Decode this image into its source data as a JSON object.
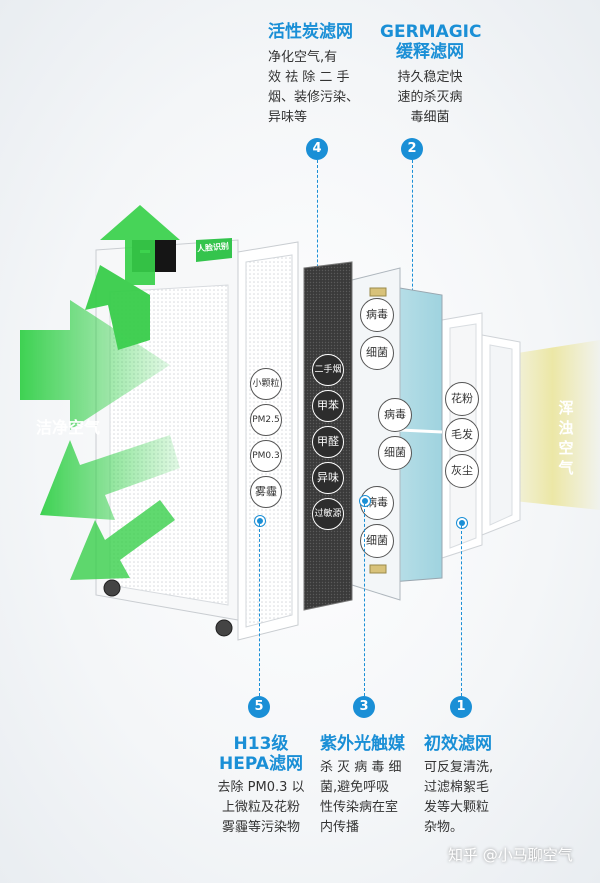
{
  "filters": [
    {
      "num": "1",
      "title": "初效滤网",
      "desc": [
        "可反复清洗,",
        "过滤棉絮毛",
        "发等大颗粒",
        "杂物。"
      ]
    },
    {
      "num": "2",
      "title": [
        "GERMAGIC",
        "缓释滤网"
      ],
      "desc": [
        "持久稳定快",
        "速的杀灭病",
        "毒细菌"
      ]
    },
    {
      "num": "3",
      "title": "紫外光触媒",
      "desc": [
        "杀 灭 病 毒 细",
        "菌,避免呼吸",
        "性传染病在室",
        "内传播"
      ]
    },
    {
      "num": "4",
      "title": "活性炭滤网",
      "desc": [
        "净化空气,有",
        "效 祛 除 二 手",
        "烟、装修污染、",
        "异味等"
      ]
    },
    {
      "num": "5",
      "title": [
        "H13级",
        "HEPA滤网"
      ],
      "desc": [
        "去除 PM0.3 以",
        "上微粒及花粉",
        "雾霾等污染物"
      ]
    }
  ],
  "hepa_circles": [
    "小颗粒",
    "PM2.5",
    "PM0.3",
    "雾霾"
  ],
  "carbon_circles": [
    "二手烟",
    "甲苯",
    "甲醛",
    "异味",
    "过敏源"
  ],
  "germagic_circles": [
    "病毒",
    "细菌"
  ],
  "uv_circles": [
    "病毒",
    "细菌"
  ],
  "uv_lower_circles": [
    "病毒",
    "细菌"
  ],
  "pre_circles": [
    "花粉",
    "毛发",
    "灰尘"
  ],
  "clean_air_label": "洁净空气",
  "dirty_air_label": [
    "浑",
    "浊",
    "空",
    "气"
  ],
  "device_badge": "人脸识别",
  "watermark": "知乎 @小马聊空气",
  "colors": {
    "accent": "#1a8fd6",
    "green": "#2ecc40",
    "yellow": "#e8e4a8"
  }
}
